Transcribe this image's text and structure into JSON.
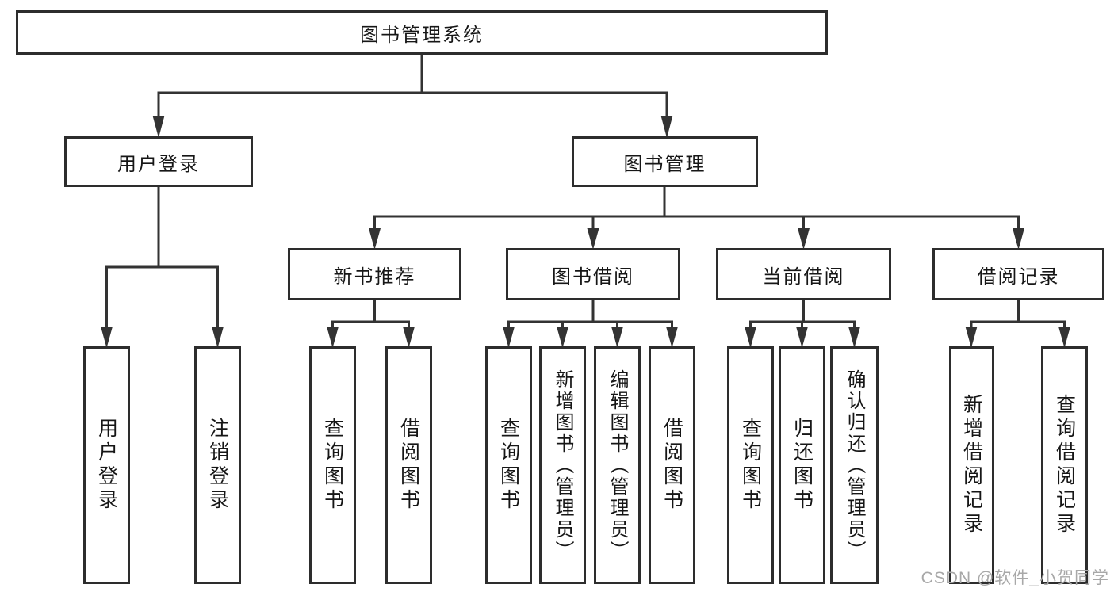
{
  "root": {
    "label": "图书管理系统"
  },
  "level2": {
    "user_login": {
      "label": "用户登录"
    },
    "book_management": {
      "label": "图书管理"
    }
  },
  "level3": {
    "new_books": {
      "label": "新书推荐"
    },
    "borrowing": {
      "label": "图书借阅"
    },
    "current": {
      "label": "当前借阅"
    },
    "records": {
      "label": "借阅记录"
    }
  },
  "level4": {
    "user_login": [
      "用户登录",
      "注销登录"
    ],
    "new_books": [
      "查询图书",
      "借阅图书"
    ],
    "borrowing": [
      "查询图书",
      "新增图书（管理员）",
      "编辑图书（管理员）",
      "借阅图书"
    ],
    "current": [
      "查询图书",
      "归还图书",
      "确认归还（管理员）"
    ],
    "records": [
      "新增借阅记录",
      "查询借阅记录"
    ]
  },
  "watermark": "CSDN @软件_小贺同学",
  "colors": {
    "line": "#333333",
    "box_border": "#2d2d2d",
    "text": "#161616",
    "watermark": "#a8a8a8",
    "background": "#ffffff"
  }
}
